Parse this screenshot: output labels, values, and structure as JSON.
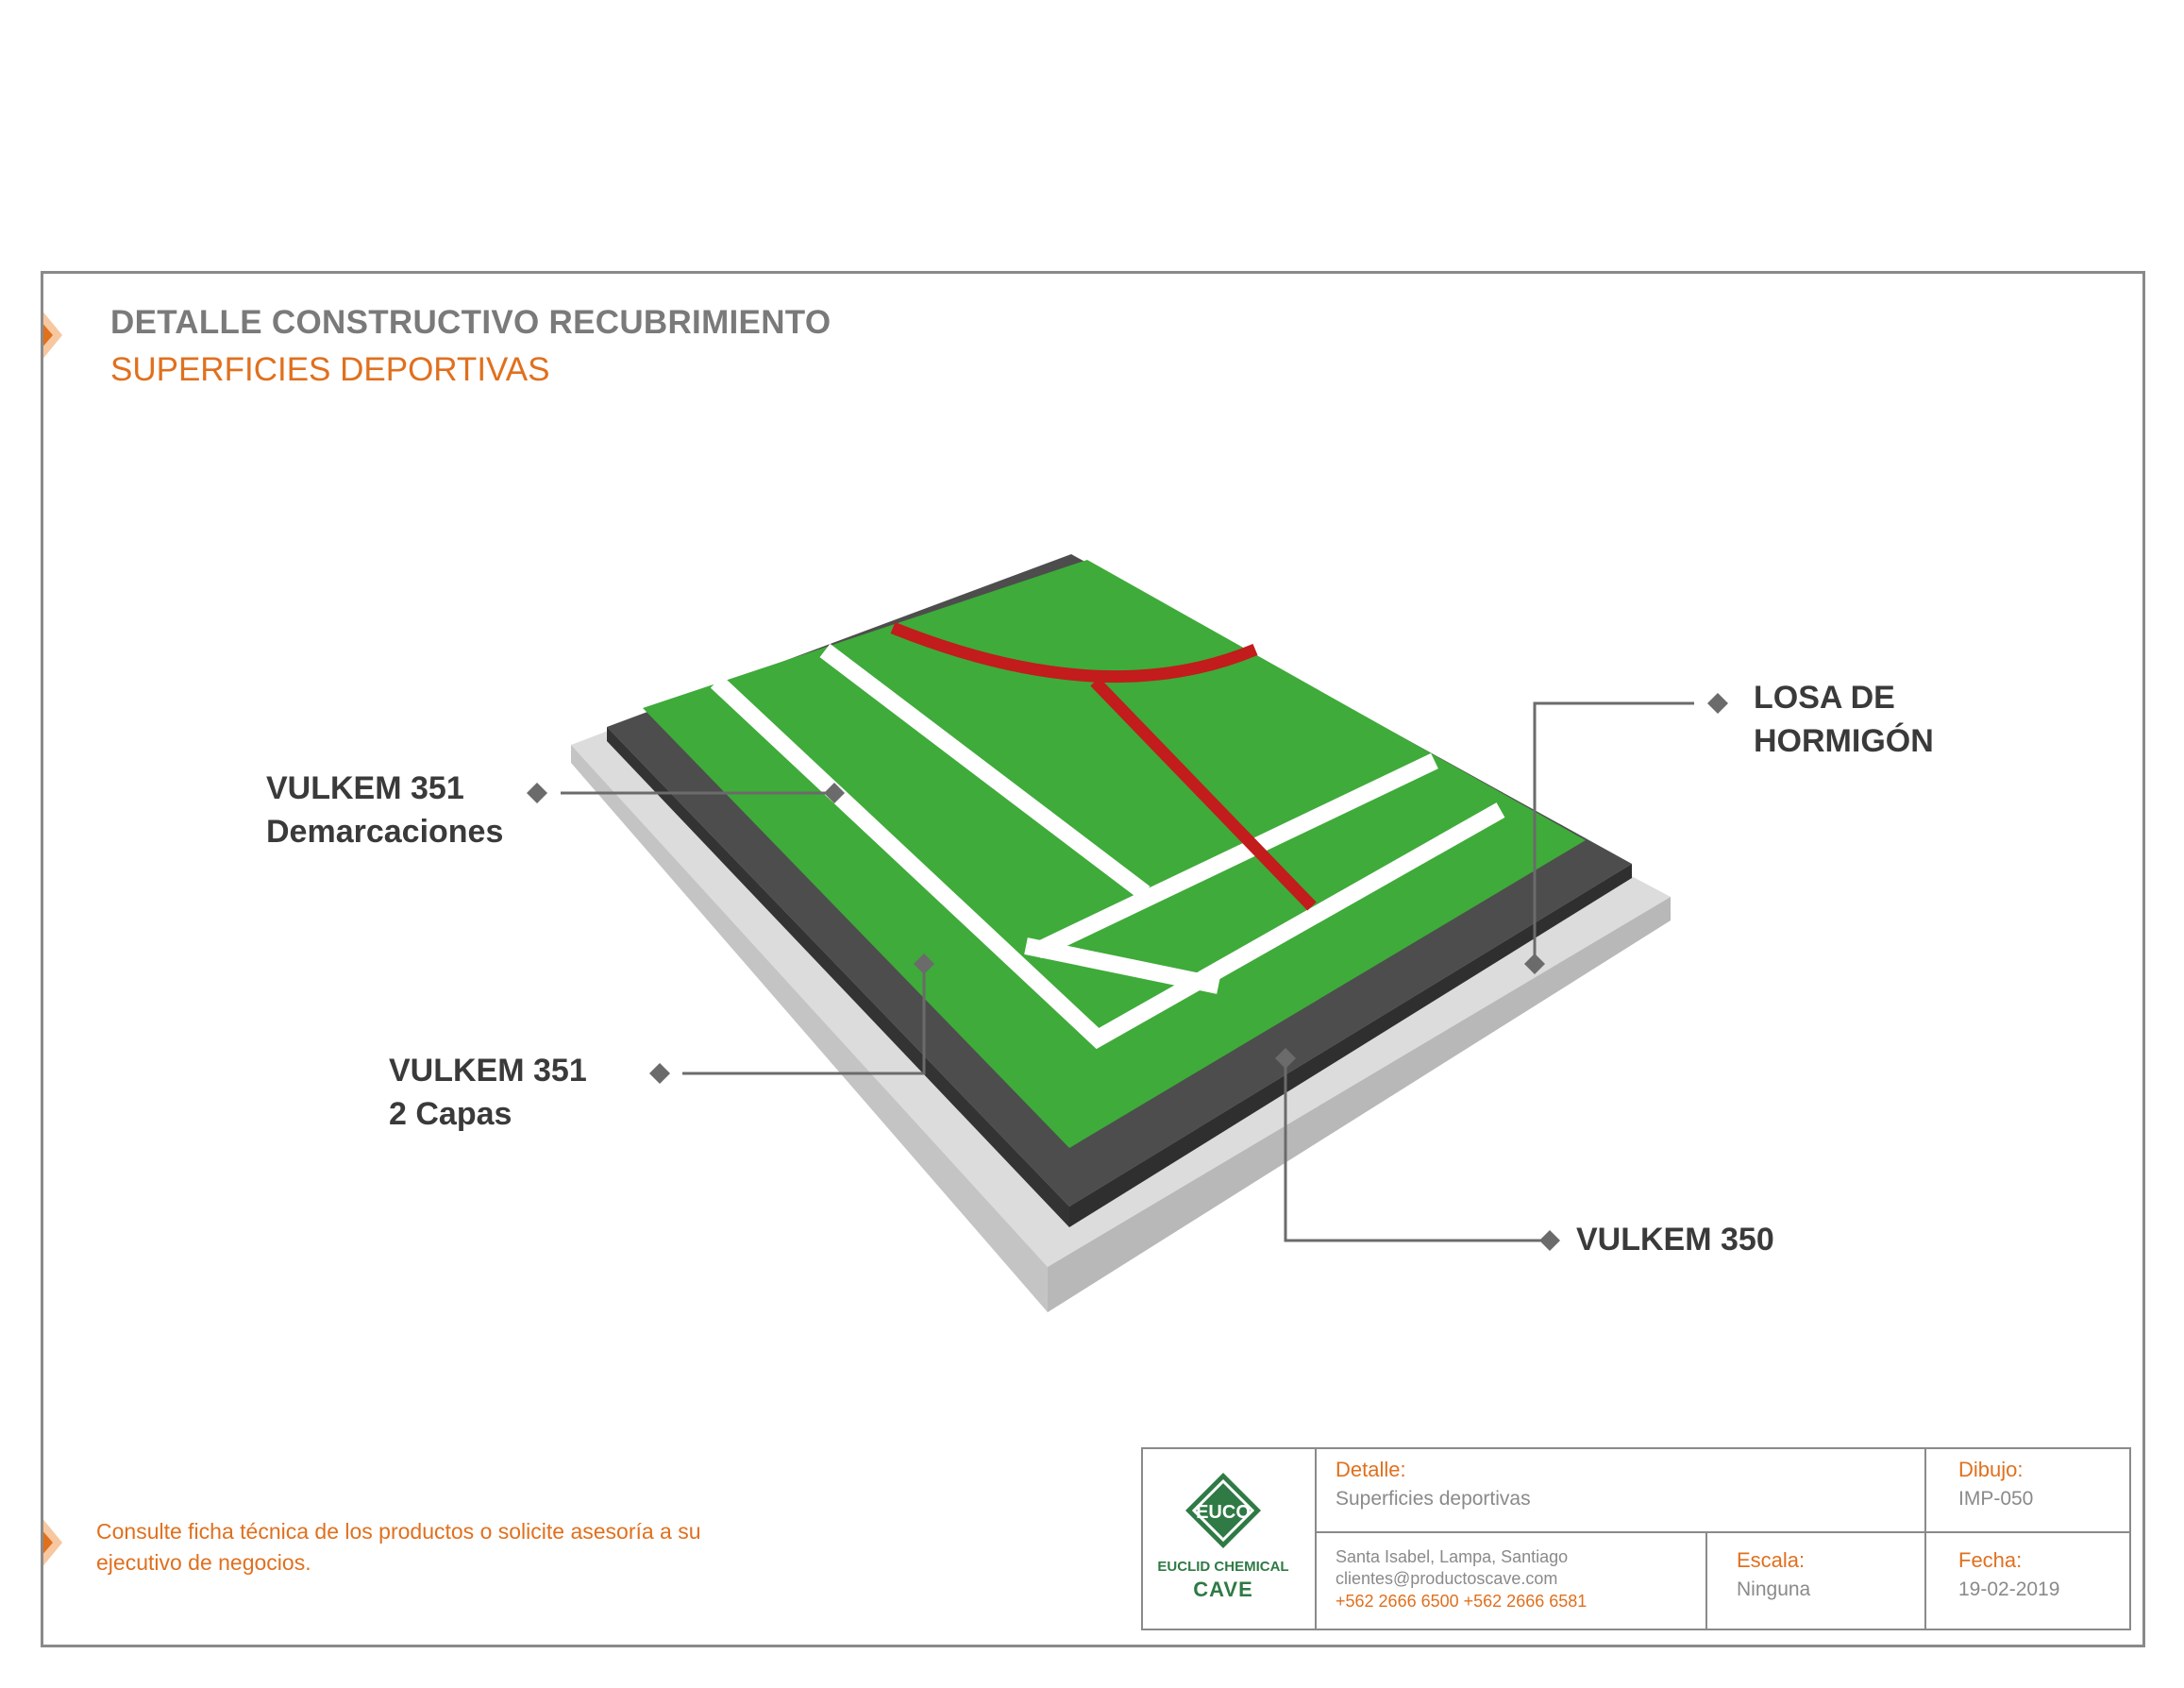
{
  "header": {
    "title": "DETALLE CONSTRUCTIVO RECUBRIMIENTO",
    "subtitle": "SUPERFICIES DEPORTIVAS"
  },
  "callouts": {
    "demarcaciones": {
      "line1": "VULKEM 351",
      "line2": "Demarcaciones"
    },
    "capas": {
      "line1": "VULKEM 351",
      "line2": "2 Capas"
    },
    "losa": {
      "line1": "LOSA DE",
      "line2": "HORMIGÓN"
    },
    "primer": {
      "line1": "VULKEM 350"
    }
  },
  "footnote": "Consulte ficha técnica de los productos o solicite asesoría a su ejecutivo de negocios.",
  "title_block": {
    "brand_line1": "EUCLID CHEMICAL",
    "brand_line2": "CAVE",
    "logo_text": "EUCO",
    "detalle_label": "Detalle:",
    "detalle_value": "Superficies deportivas",
    "dibujo_label": "Dibujo:",
    "dibujo_value": "IMP-050",
    "address": "Santa Isabel, Lampa, Santiago",
    "email": "clientes@productoscave.com",
    "phones": "+562 2666 6500   +562 2666 6581",
    "escala_label": "Escala:",
    "escala_value": "Ninguna",
    "fecha_label": "Fecha:",
    "fecha_value": "19-02-2019"
  },
  "colors": {
    "accent": "#e0701e",
    "turf": "#3fab3a",
    "membrane": "#4d4d4d",
    "concrete": "#dedede",
    "court_line_red": "#c21c1c",
    "court_line_white": "#ffffff",
    "brand_green": "#2f7a45"
  }
}
